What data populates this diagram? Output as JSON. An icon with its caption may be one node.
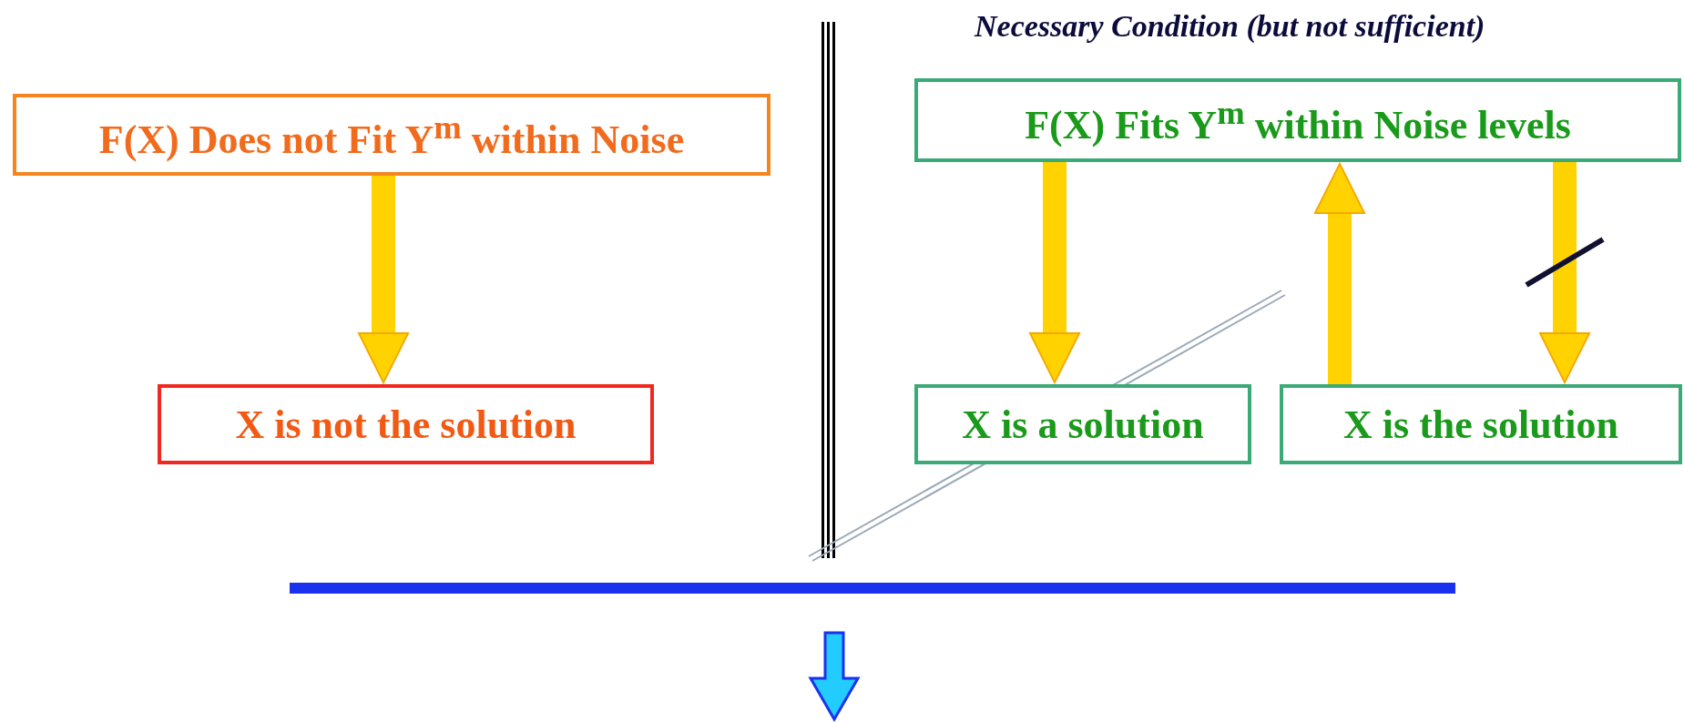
{
  "diagram": {
    "nodes": [
      {
        "text": [
          "F(X) Does not Fit Y$^{m}$ within Noise"
        ]
      },
      {
        "text": [
          "X is not the solution"
        ]
      },
      {
        "text": [
          "F(X) Fits Y$^{m}$ within Noise levels"
        ],
        "beside": [
          "Necessary Condition (but not sufficient)"
        ]
      },
      {
        "text": [
          "X is a solution"
        ]
      },
      {
        "text": [
          "X is the solution"
        ]
      }
    ],
    "edges": [
      {
        "from": 0,
        "to": 1,
        "arrow": "to"
      },
      {
        "from": 2,
        "to": 3,
        "arrow": "to"
      },
      {
        "from": 4,
        "to": 2,
        "arrow": "to"
      },
      {
        "from": 2,
        "to": 4,
        "arrow": "to"
      }
    ]
  }
}
